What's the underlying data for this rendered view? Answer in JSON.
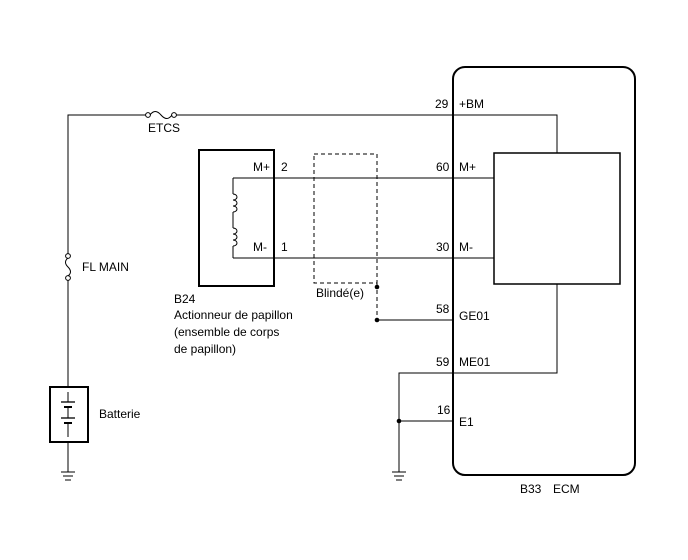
{
  "fuses": {
    "etcs": "ETCS",
    "fl_main": "FL MAIN"
  },
  "battery": {
    "label": "Batterie"
  },
  "actuator": {
    "code": "B24",
    "name_line1": "Actionneur de papillon",
    "name_line2": "(ensemble de corps",
    "name_line3": "de papillon)",
    "pin_mplus_name": "M+",
    "pin_mplus_num": "2",
    "pin_mminus_name": "M-",
    "pin_mminus_num": "1"
  },
  "shield": {
    "label": "Blindé(e)"
  },
  "ecm": {
    "code": "B33",
    "name": "ECM",
    "pins": [
      {
        "num": "29",
        "name": "+BM"
      },
      {
        "num": "60",
        "name": "M+"
      },
      {
        "num": "30",
        "name": "M-"
      },
      {
        "num": "58",
        "name": "GE01"
      },
      {
        "num": "59",
        "name": "ME01"
      },
      {
        "num": "16",
        "name": "E1"
      }
    ]
  }
}
